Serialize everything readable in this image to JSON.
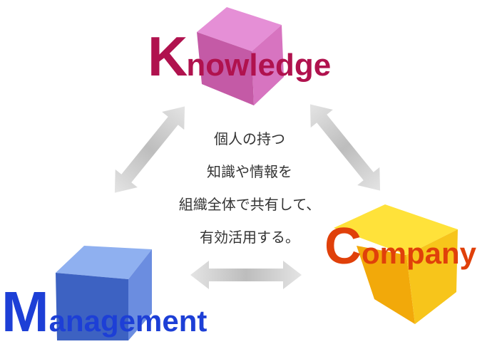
{
  "knowledge": {
    "initial": "K",
    "rest": "nowledge",
    "color": "#b0124e",
    "cube_colors": [
      "#e58fd6",
      "#c45aa6",
      "#d774c0"
    ]
  },
  "company": {
    "initial": "C",
    "rest": "ompany",
    "color": "#e0400a",
    "cube_colors": [
      "#ffe23a",
      "#f2a90a",
      "#f7c51b"
    ]
  },
  "management": {
    "initial": "M",
    "rest": "anagement",
    "color": "#1d3fd6",
    "cube_colors": [
      "#8fb0f0",
      "#3d62c2",
      "#6b8de0"
    ]
  },
  "center_text": {
    "line1": "個人の持つ",
    "line2": "知識や情報を",
    "line3": "組織全体で共有して、",
    "line4": "有効活用する。"
  },
  "arrow_color": "#c8c8c8"
}
